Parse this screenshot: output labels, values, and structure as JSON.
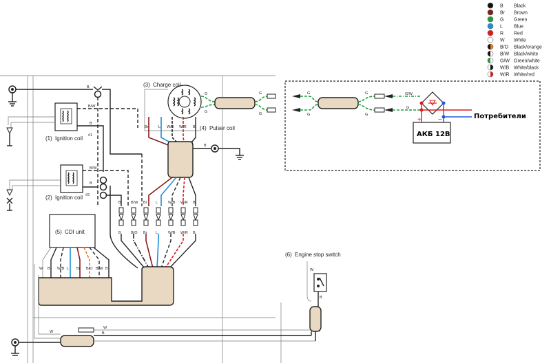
{
  "legend": [
    {
      "code": "B",
      "name": "Black",
      "c1": "#111111",
      "c2": "#111111"
    },
    {
      "code": "Br",
      "name": "Brown",
      "c1": "#8b1a1a",
      "c2": "#8b1a1a"
    },
    {
      "code": "G",
      "name": "Green",
      "c1": "#1f9e3a",
      "c2": "#1f9e3a"
    },
    {
      "code": "L",
      "name": "Blue",
      "c1": "#1f8fd6",
      "c2": "#1f8fd6"
    },
    {
      "code": "R",
      "name": "Red",
      "c1": "#e01a1a",
      "c2": "#e01a1a"
    },
    {
      "code": "W",
      "name": "White",
      "c1": "#ffffff",
      "c2": "#ffffff"
    },
    {
      "code": "B/O",
      "name": "Black/orange",
      "c1": "#111111",
      "c2": "#f07a1a"
    },
    {
      "code": "B/W",
      "name": "Black/white",
      "c1": "#111111",
      "c2": "#ffffff"
    },
    {
      "code": "G/W",
      "name": "Green/white",
      "c1": "#1f9e3a",
      "c2": "#ffffff"
    },
    {
      "code": "W/B",
      "name": "White/black",
      "c1": "#ffffff",
      "c2": "#111111"
    },
    {
      "code": "W/R",
      "name": "White/red",
      "c1": "#ffffff",
      "c2": "#e01a1a"
    }
  ],
  "components": {
    "charge_coil": "Charge coil",
    "charge_coil_num": "3",
    "pulser_coil": "Pulser coil",
    "pulser_coil_num": "4",
    "ignition_coil_1": "Ignition coil",
    "ignition_coil_1_num": "1",
    "ignition_coil_1_sup": "#1",
    "ignition_coil_2": "Ignition coil",
    "ignition_coil_2_num": "2",
    "ignition_coil_2_sup": "#2",
    "cdi_unit": "CDI unit",
    "cdi_unit_num": "5",
    "engine_stop_switch": "Engine stop switch",
    "engine_stop_switch_num": "6"
  },
  "annotations": {
    "battery": "АКБ 12В",
    "consumers": "Потребители",
    "plus": "+",
    "minus": "−"
  },
  "wire_labels": {
    "top_b": "B",
    "bw_coil1": "B/W",
    "b_coil1": "B",
    "bw_coil2": "B/W",
    "b_coil2": "B",
    "ground_b": "B",
    "g_left1": "G",
    "g_left2": "G",
    "g_right1": "G",
    "g_right2": "G",
    "stator_br": "Br",
    "stator_l": "L",
    "stator_wb": "W/B",
    "stator_wr": "W/R",
    "stator_b": "B",
    "ext_g1": "G",
    "ext_g2": "G",
    "ext_g3": "G",
    "ext_g4": "G",
    "ext_gw": "G/W",
    "ext_g5": "G",
    "conn_top": [
      "B",
      "B/W",
      "Br",
      "L",
      "W/B",
      "W/R",
      "B"
    ],
    "conn_bot": [
      "B",
      "B/O",
      "Br",
      "L",
      "W/B",
      "W/R",
      "B"
    ],
    "cdi_wires": [
      "W",
      "B",
      "W/B",
      "L",
      "Br",
      "B/O",
      "B/W",
      "B"
    ],
    "switch_w": "W",
    "switch_b": "B",
    "bottom_w": "W"
  }
}
